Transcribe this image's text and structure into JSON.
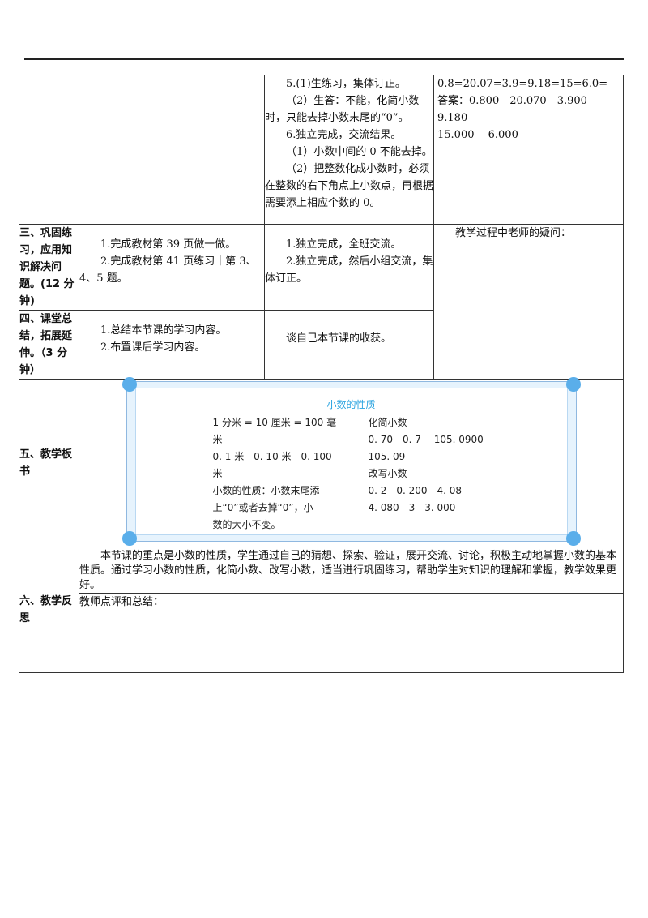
{
  "row_continued": {
    "student_lines": [
      "5.(1)生练习，集体订正。",
      "（2）生答：不能，化简小数时，只能去掉小数末尾的“0”。",
      "6.独立完成，交流结果。",
      "（1）小数中间的 0 不能去掉。",
      "（2）把整数化成小数时，必须在整数的右下角点上小数点，再根据需要添上相应个数的 0。"
    ],
    "answer_lines": [
      "0.8=20.07=3.9=9.18=15=6.0=",
      "答案：0.800　20.070　3.900　9.180",
      "15.000　 6.000"
    ]
  },
  "section3": {
    "title": "三、巩固练习，应用知识解决问题。(12 分钟)",
    "teacher_lines": [
      "1.完成教材第 39 页做一做。",
      "2.完成教材第 41 页练习十第 3、4、5 题。"
    ],
    "student_lines": [
      "1.独立完成，全班交流。",
      "2.独立完成，然后小组交流，集体订正。"
    ],
    "note": "教学过程中老师的疑问："
  },
  "section4": {
    "title": "四、课堂总结，拓展延伸。（3 分钟）",
    "teacher_lines": [
      "1.总结本节课的学习内容。",
      "2.布置课后学习内容。"
    ],
    "student_lines": [
      "谈自己本节课的收获。"
    ]
  },
  "section5": {
    "title": "五、教学板书",
    "board": {
      "title": "小数的性质",
      "left_lines": [
        "1 分米 = 10 厘米 = 100 毫",
        "米",
        "0. 1 米 - 0. 10 米 - 0. 100",
        "米",
        "小数的性质：小数末尾添",
        "上“0”或者去掉“0”，小",
        "数的大小不变。"
      ],
      "right_lines": [
        "化简小数",
        "0. 70 - 0. 7　 105. 0900 -",
        "105. 09",
        "改写小数",
        "0. 2 - 0. 200　4. 08 -",
        "4. 080　3 - 3. 000"
      ]
    }
  },
  "section6": {
    "title": "六、教学反思",
    "reflection": "本节课的重点是小数的性质，学生通过自己的猜想、探索、验证，展开交流、讨论，积极主动地掌握小数的基本性质。通过学习小数的性质，化简小数、改写小数，适当进行巩固练习，帮助学生对知识的理解和掌握，教学效果更好。",
    "comment_label": "教师点评和总结："
  }
}
